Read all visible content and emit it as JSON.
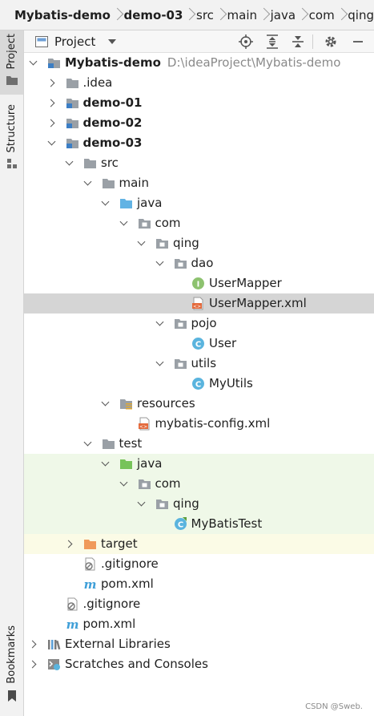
{
  "breadcrumb": [
    "Mybatis-demo",
    "demo-03",
    "src",
    "main",
    "java",
    "com",
    "qing"
  ],
  "toolstrip": {
    "project": "Project",
    "structure": "Structure",
    "bookmarks": "Bookmarks"
  },
  "panel": {
    "title": "Project"
  },
  "tree": [
    {
      "label": "Mybatis-demo",
      "path": "D:\\ideaProject\\Mybatis-demo",
      "icon": "module-folder-icon",
      "depth": 0,
      "chevron": "open",
      "bold": true
    },
    {
      "label": ".idea",
      "icon": "folder-icon",
      "depth": 1,
      "chevron": "closed"
    },
    {
      "label": "demo-01",
      "icon": "module-folder-icon",
      "depth": 1,
      "chevron": "closed",
      "bold": true
    },
    {
      "label": "demo-02",
      "icon": "module-folder-icon",
      "depth": 1,
      "chevron": "closed",
      "bold": true
    },
    {
      "label": "demo-03",
      "icon": "module-folder-icon",
      "depth": 1,
      "chevron": "open",
      "bold": true
    },
    {
      "label": "src",
      "icon": "folder-icon",
      "depth": 2,
      "chevron": "open"
    },
    {
      "label": "main",
      "icon": "folder-icon",
      "depth": 3,
      "chevron": "open"
    },
    {
      "label": "java",
      "icon": "source-folder-icon",
      "depth": 4,
      "chevron": "open"
    },
    {
      "label": "com",
      "icon": "package-icon",
      "depth": 5,
      "chevron": "open"
    },
    {
      "label": "qing",
      "icon": "package-icon",
      "depth": 6,
      "chevron": "open"
    },
    {
      "label": "dao",
      "icon": "package-icon",
      "depth": 7,
      "chevron": "open"
    },
    {
      "label": "UserMapper",
      "icon": "interface-icon",
      "depth": 8
    },
    {
      "label": "UserMapper.xml",
      "icon": "xml-file-icon",
      "depth": 8,
      "selected": true
    },
    {
      "label": "pojo",
      "icon": "package-icon",
      "depth": 7,
      "chevron": "open"
    },
    {
      "label": "User",
      "icon": "class-icon",
      "depth": 8
    },
    {
      "label": "utils",
      "icon": "package-icon",
      "depth": 7,
      "chevron": "open"
    },
    {
      "label": "MyUtils",
      "icon": "class-icon",
      "depth": 8
    },
    {
      "label": "resources",
      "icon": "resources-folder-icon",
      "depth": 4,
      "chevron": "open"
    },
    {
      "label": "mybatis-config.xml",
      "icon": "xml-file-icon",
      "depth": 5
    },
    {
      "label": "test",
      "icon": "folder-icon",
      "depth": 3,
      "chevron": "open"
    },
    {
      "label": "java",
      "icon": "test-folder-icon",
      "depth": 4,
      "chevron": "open",
      "bg": "test"
    },
    {
      "label": "com",
      "icon": "package-icon",
      "depth": 5,
      "chevron": "open",
      "bg": "test"
    },
    {
      "label": "qing",
      "icon": "package-icon",
      "depth": 6,
      "chevron": "open",
      "bg": "test"
    },
    {
      "label": "MyBatisTest",
      "icon": "test-class-icon",
      "depth": 7,
      "bg": "test"
    },
    {
      "label": "target",
      "icon": "excluded-folder-icon",
      "depth": 2,
      "chevron": "closed",
      "bg": "target"
    },
    {
      "label": ".gitignore",
      "icon": "gitignore-icon",
      "depth": 2
    },
    {
      "label": "pom.xml",
      "icon": "maven-icon",
      "depth": 2
    },
    {
      "label": ".gitignore",
      "icon": "gitignore-icon",
      "depth": 1
    },
    {
      "label": "pom.xml",
      "icon": "maven-icon",
      "depth": 1
    },
    {
      "label": "External Libraries",
      "icon": "libraries-icon",
      "depth": 0,
      "chevron": "closed"
    },
    {
      "label": "Scratches and Consoles",
      "icon": "scratches-icon",
      "depth": 0,
      "chevron": "closed"
    }
  ],
  "watermark": "CSDN @Sweb."
}
